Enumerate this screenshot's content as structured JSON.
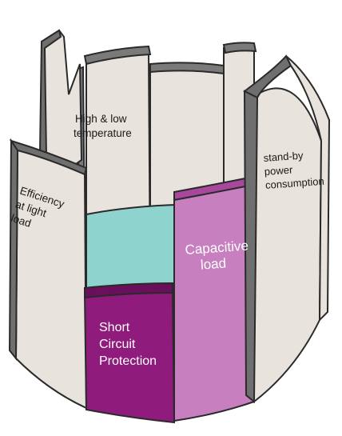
{
  "staves": {
    "high_low_temperature": [
      "High & low",
      "temperature"
    ],
    "efficiency_light_load": [
      "Efficiency",
      "at light",
      "load"
    ],
    "standby_power": [
      "stand-by",
      "power",
      "consumption"
    ],
    "capacitive_load": [
      "Capacitive",
      "load"
    ],
    "short_circuit": [
      "Short",
      "Circuit",
      "Protection"
    ]
  },
  "colors": {
    "stave_fill": "#e8e3dc",
    "stave_edge": "#6f6f6f",
    "outline": "#2a2a2a",
    "water": "#8fd3cf",
    "capacitive_fill": "#c77fc0",
    "capacitive_top": "#a8489c",
    "short_circuit_fill": "#8f1b7d",
    "short_circuit_top": "#6a0f5b"
  }
}
